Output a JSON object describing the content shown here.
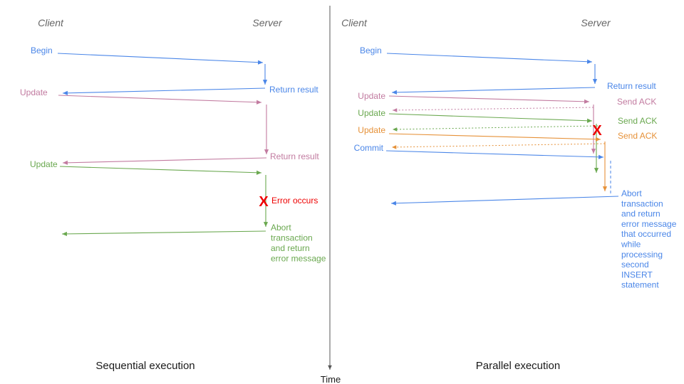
{
  "colors": {
    "blue": "#4a86e8",
    "pink": "#c27ba0",
    "green": "#6aa84f",
    "orange": "#e69138",
    "red": "#ee0000",
    "gray": "#666666",
    "axis": "#555555",
    "black": "#1a1a1a"
  },
  "time_axis": {
    "label": "Time"
  },
  "left_panel": {
    "title": "Sequential execution",
    "client_header": "Client",
    "server_header": "Server",
    "begin": "Begin",
    "return_result_1": "Return result",
    "update_1": "Update",
    "return_result_2": "Return result",
    "update_2": "Update",
    "error_mark": "X",
    "error_label": "Error occurs",
    "abort_lines": [
      "Abort",
      "transaction",
      "and return",
      "error message"
    ]
  },
  "right_panel": {
    "title": "Parallel execution",
    "client_header": "Client",
    "server_header": "Server",
    "begin": "Begin",
    "return_result": "Return result",
    "update_pink": "Update",
    "ack_pink": "Send ACK",
    "update_green": "Update",
    "ack_green": "Send ACK",
    "update_orange": "Update",
    "ack_orange": "Send ACK",
    "commit": "Commit",
    "error_mark": "X",
    "abort_lines": [
      "Abort",
      "transaction",
      "and return",
      "error message",
      "that occurred",
      "while",
      "processing",
      "second",
      "INSERT",
      "statement"
    ]
  }
}
